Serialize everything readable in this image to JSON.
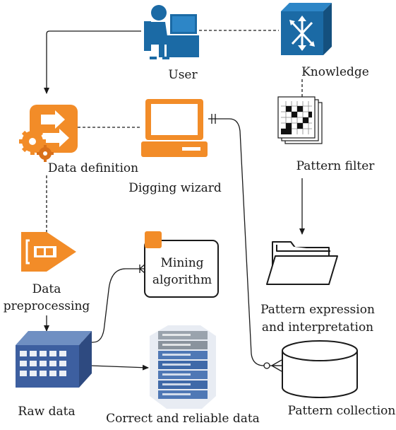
{
  "nodes": {
    "user": {
      "label": "User",
      "icon": "user-at-desk-icon"
    },
    "knowledge": {
      "label": "Knowledge",
      "icon": "knowledge-router-cube-icon"
    },
    "data_definition": {
      "label": "Data definition",
      "icon": "gears-arrows-icon"
    },
    "digging_wizard": {
      "label": "Digging wizard",
      "icon": "computer-monitor-icon"
    },
    "pattern_filter": {
      "label": "Pattern filter",
      "icon": "pattern-grid-document-icon"
    },
    "data_preprocessing": {
      "label_lines": [
        "Data",
        "preprocessing"
      ],
      "icon": "preprocessing-arrow-icon"
    },
    "mining_algorithm": {
      "label_lines": [
        "Mining",
        "algorithm"
      ],
      "icon": "algorithm-box-icon"
    },
    "pattern_expression": {
      "label_lines": [
        "Pattern expression",
        "and interpretation"
      ],
      "icon": "open-folder-icon"
    },
    "raw_data": {
      "label": "Raw data",
      "icon": "storage-array-icon"
    },
    "correct_data": {
      "label": "Correct and reliable data",
      "icon": "server-rack-icon"
    },
    "pattern_collection": {
      "label": "Pattern collection",
      "icon": "database-cylinder-icon"
    }
  },
  "colors": {
    "orange": "#f28c28",
    "orange_dark": "#d9701a",
    "blue": "#1b6aa5",
    "blue_dark": "#14507e",
    "line": "#1a1a1a"
  }
}
